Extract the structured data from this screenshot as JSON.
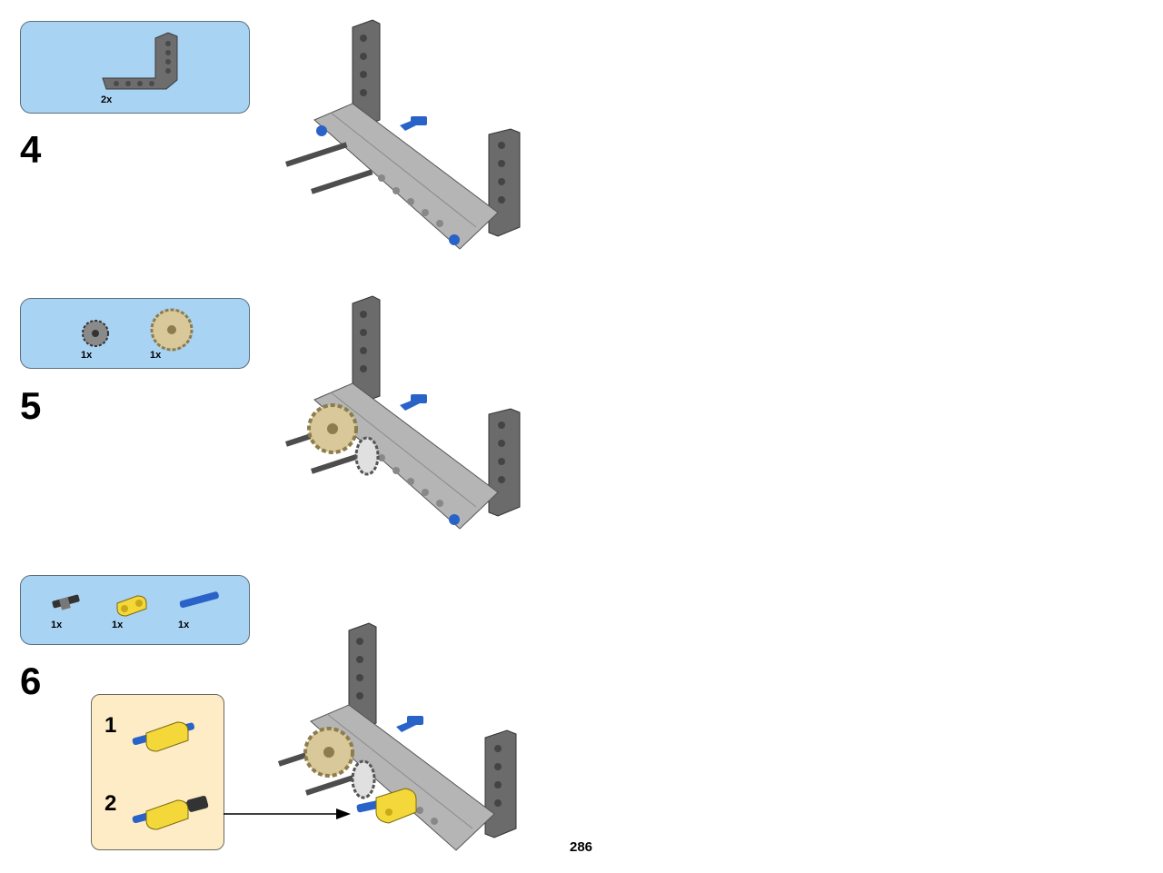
{
  "page": {
    "number": "286"
  },
  "steps": [
    {
      "number": "4",
      "parts": [
        {
          "name": "angled-beam",
          "qty": "2x"
        }
      ]
    },
    {
      "number": "5",
      "parts": [
        {
          "name": "small-gear",
          "qty": "1x"
        },
        {
          "name": "large-gear",
          "qty": "1x"
        }
      ]
    },
    {
      "number": "6",
      "parts": [
        {
          "name": "pin-connector",
          "qty": "1x"
        },
        {
          "name": "yellow-beam",
          "qty": "1x"
        },
        {
          "name": "blue-axle-pin",
          "qty": "1x"
        }
      ],
      "substeps": [
        {
          "number": "1"
        },
        {
          "number": "2"
        }
      ]
    }
  ],
  "colors": {
    "parts_box_bg": "#a9d3f3",
    "substep_bg": "#fdecc6",
    "beam_dark": "#6b6b6b",
    "beam_light": "#b5b5b5",
    "pin_blue": "#2a63c8",
    "gear_tan": "#d9c99a",
    "connector_yellow": "#f4d83a"
  }
}
